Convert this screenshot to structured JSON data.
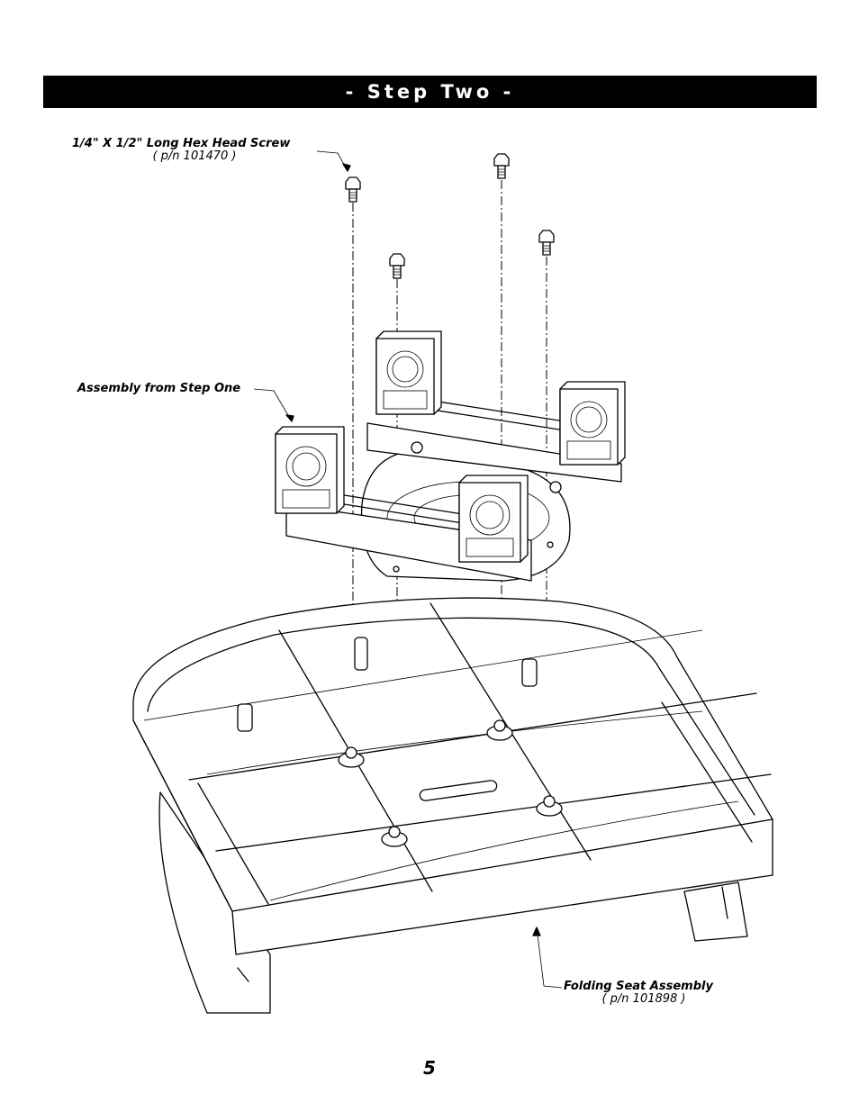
{
  "header": {
    "title": "- Step Two -"
  },
  "callouts": {
    "screw": {
      "name": "1/4\" X 1/2\" Long Hex Head Screw",
      "part": "( p/n 101470 )"
    },
    "assembly": {
      "name": "Assembly from Step One"
    },
    "seat": {
      "name": "Folding Seat Assembly",
      "part": "( p/n 101898 )"
    }
  },
  "page": {
    "number": "5"
  }
}
